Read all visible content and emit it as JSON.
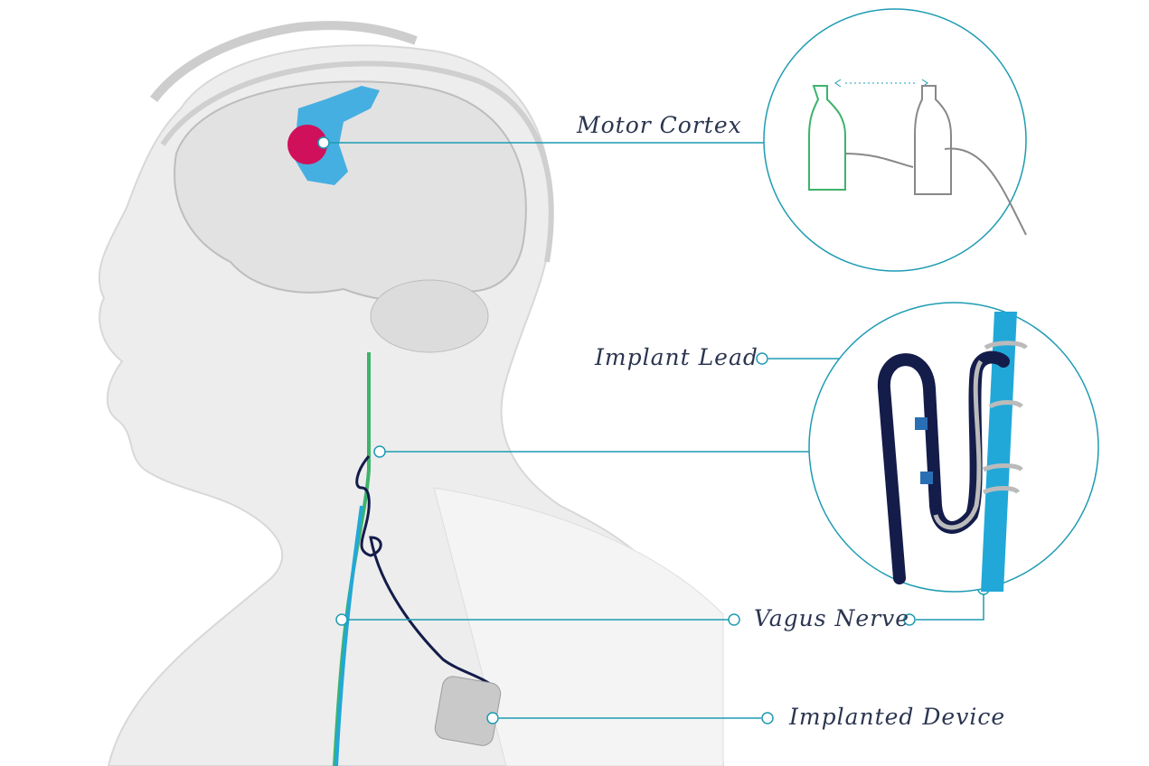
{
  "labels": {
    "motor_cortex": "Motor Cortex",
    "implant_lead": "Implant Lead",
    "vagus_nerve": "Vagus Nerve",
    "implanted_device": "Implanted Device"
  },
  "colors": {
    "callout_line": "#1d9bb2",
    "lead": "#141c4a",
    "nerve": "#22a8d8",
    "motor_area": "#d0105a",
    "cortex_highlight": "#2aa6e0",
    "green_hand": "#3db36b"
  }
}
